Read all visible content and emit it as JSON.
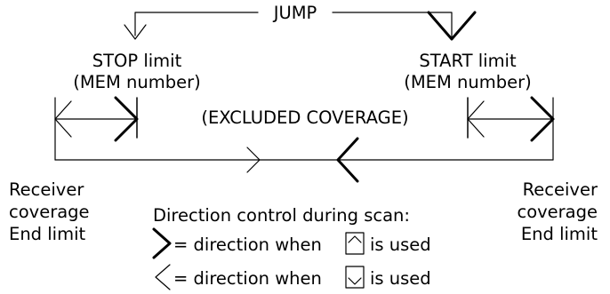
{
  "diagram": {
    "jump_label": "JUMP",
    "stop_limit": {
      "line1": "STOP limit",
      "line2": "(MEM number)"
    },
    "start_limit": {
      "line1": "START limit",
      "line2": "(MEM number)"
    },
    "excluded_label": "(EXCLUDED COVERAGE)",
    "left_end": {
      "line1": "Receiver",
      "line2": "coverage",
      "line3": "End  limit"
    },
    "right_end": {
      "line1": "Receiver",
      "line2": "coverage",
      "line3": "End  limit"
    },
    "legend": {
      "title": "Direction control during scan:",
      "row1_prefix": "= direction when",
      "row1_suffix": "is used",
      "row2_prefix": "= direction when",
      "row2_suffix": "is used"
    }
  }
}
